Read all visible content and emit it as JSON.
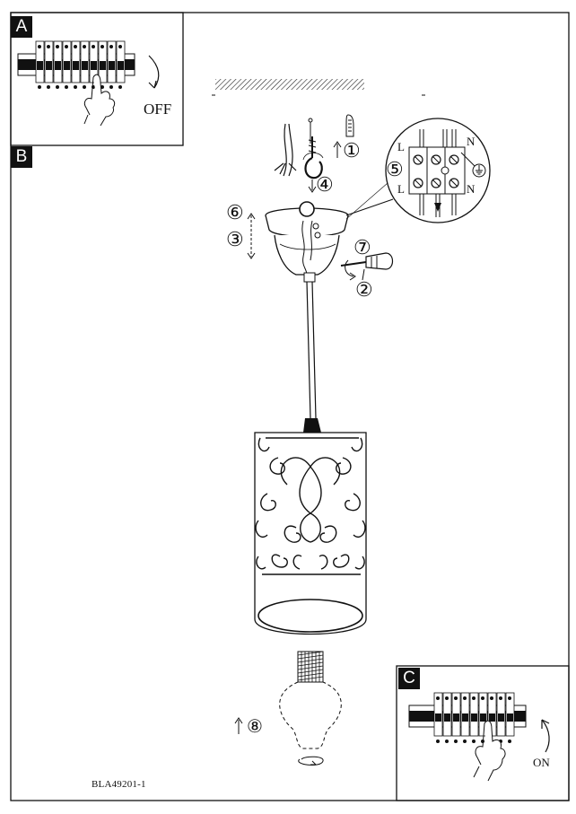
{
  "panels": {
    "a": {
      "letter": "A",
      "state_label": "OFF"
    },
    "b": {
      "letter": "B"
    },
    "c": {
      "letter": "C",
      "state_label": "ON"
    }
  },
  "terminal_labels": {
    "left_top": "L",
    "right_top": "N",
    "left_bottom": "L",
    "right_bottom": "N"
  },
  "steps": [
    "①",
    "②",
    "③",
    "④",
    "⑤",
    "⑥",
    "⑦",
    "⑧"
  ],
  "product_code": "BLA49201-1"
}
